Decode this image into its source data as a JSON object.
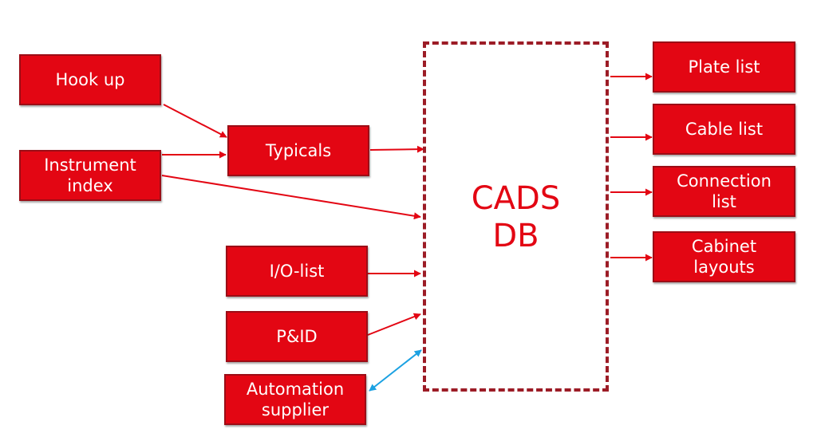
{
  "colors": {
    "box_fill": "#e30613",
    "box_border": "#9c0d16",
    "db_border": "#9c1c26",
    "db_text": "#e30613",
    "arrow_red": "#e30613",
    "arrow_blue": "#1ba1e2"
  },
  "database": {
    "label": "CADS\nDB"
  },
  "inputs": {
    "hook_up": "Hook up",
    "instrument_index": "Instrument\nindex",
    "typicals": "Typicals",
    "io_list": "I/O-list",
    "pid": "P&ID",
    "automation_supplier": "Automation\nsupplier"
  },
  "outputs": {
    "plate_list": "Plate list",
    "cable_list": "Cable list",
    "connection_list": "Connection\nlist",
    "cabinet_layouts": "Cabinet\nlayouts"
  }
}
